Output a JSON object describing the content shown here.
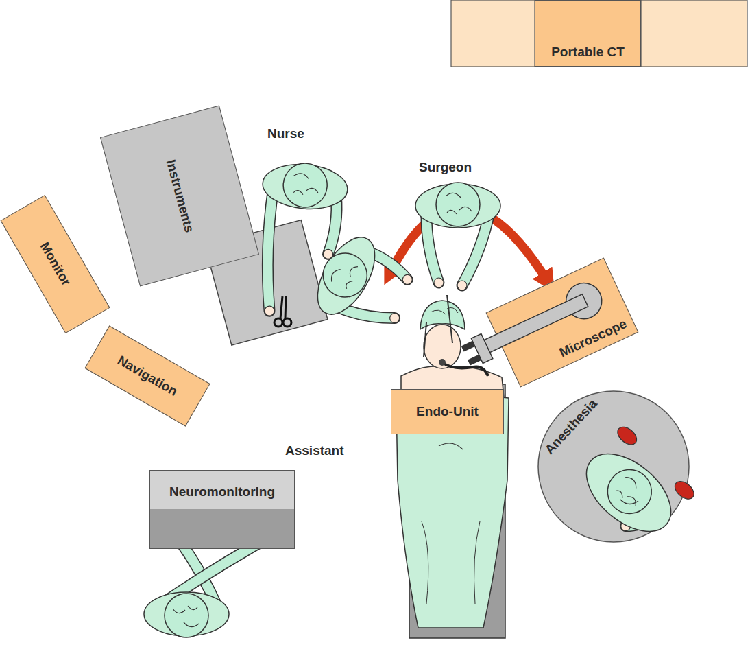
{
  "diagram": {
    "nodes": [
      {
        "text": [
          "Portable CT"
        ]
      },
      {
        "text": [
          "Instruments"
        ]
      },
      {
        "text": [
          "Monitor"
        ]
      },
      {
        "text": [
          "Navigation"
        ]
      },
      {
        "text": [
          "Microscope"
        ]
      },
      {
        "text": [
          "Endo-Unit"
        ]
      },
      {
        "text": [
          "Anesthesia"
        ]
      },
      {
        "text": [
          "Neuromonitoring"
        ]
      }
    ],
    "labels": [
      "Nurse",
      "Surgeon",
      "Assistant"
    ]
  }
}
